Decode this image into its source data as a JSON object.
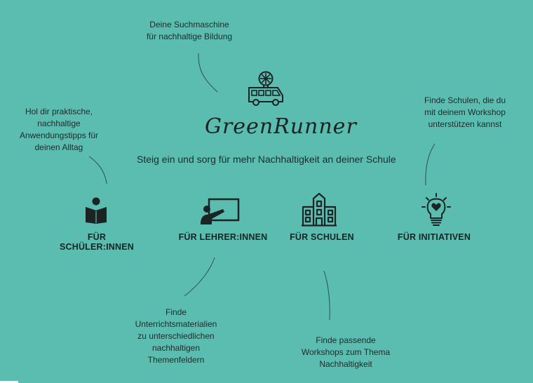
{
  "brand": {
    "name": "GreenRunner",
    "tagline": "Steig ein und sorg für mehr Nachhaltigkeit an deiner Schule"
  },
  "notes": {
    "search": "Deine Suchmaschine\nfür nachhaltige Bildung",
    "students": "Hol dir praktische,\nnachhaltige\nAnwendungstipps für\ndeinen Alltag",
    "initiatives": "Finde Schulen, die du\nmit deinem Workshop\nunterstützen kannst",
    "teachers": "Finde\nUnterrichtsmaterialien\nzu unterschiedlichen\nnachhaltigen\nThemenfeldern",
    "schools": "Finde passende\nWorkshops zum Thema\nNachhaltigkeit"
  },
  "audiences": [
    {
      "label": "FÜR SCHÜLER:INNEN",
      "icon": "book-reader-icon"
    },
    {
      "label": "FÜR LEHRER:INNEN",
      "icon": "teacher-board-icon"
    },
    {
      "label": "FÜR SCHULEN",
      "icon": "school-building-icon"
    },
    {
      "label": "FÜR INITIATIVEN",
      "icon": "lightbulb-heart-icon"
    }
  ],
  "colors": {
    "background": "#5bbcb0",
    "text": "#1c2323"
  }
}
